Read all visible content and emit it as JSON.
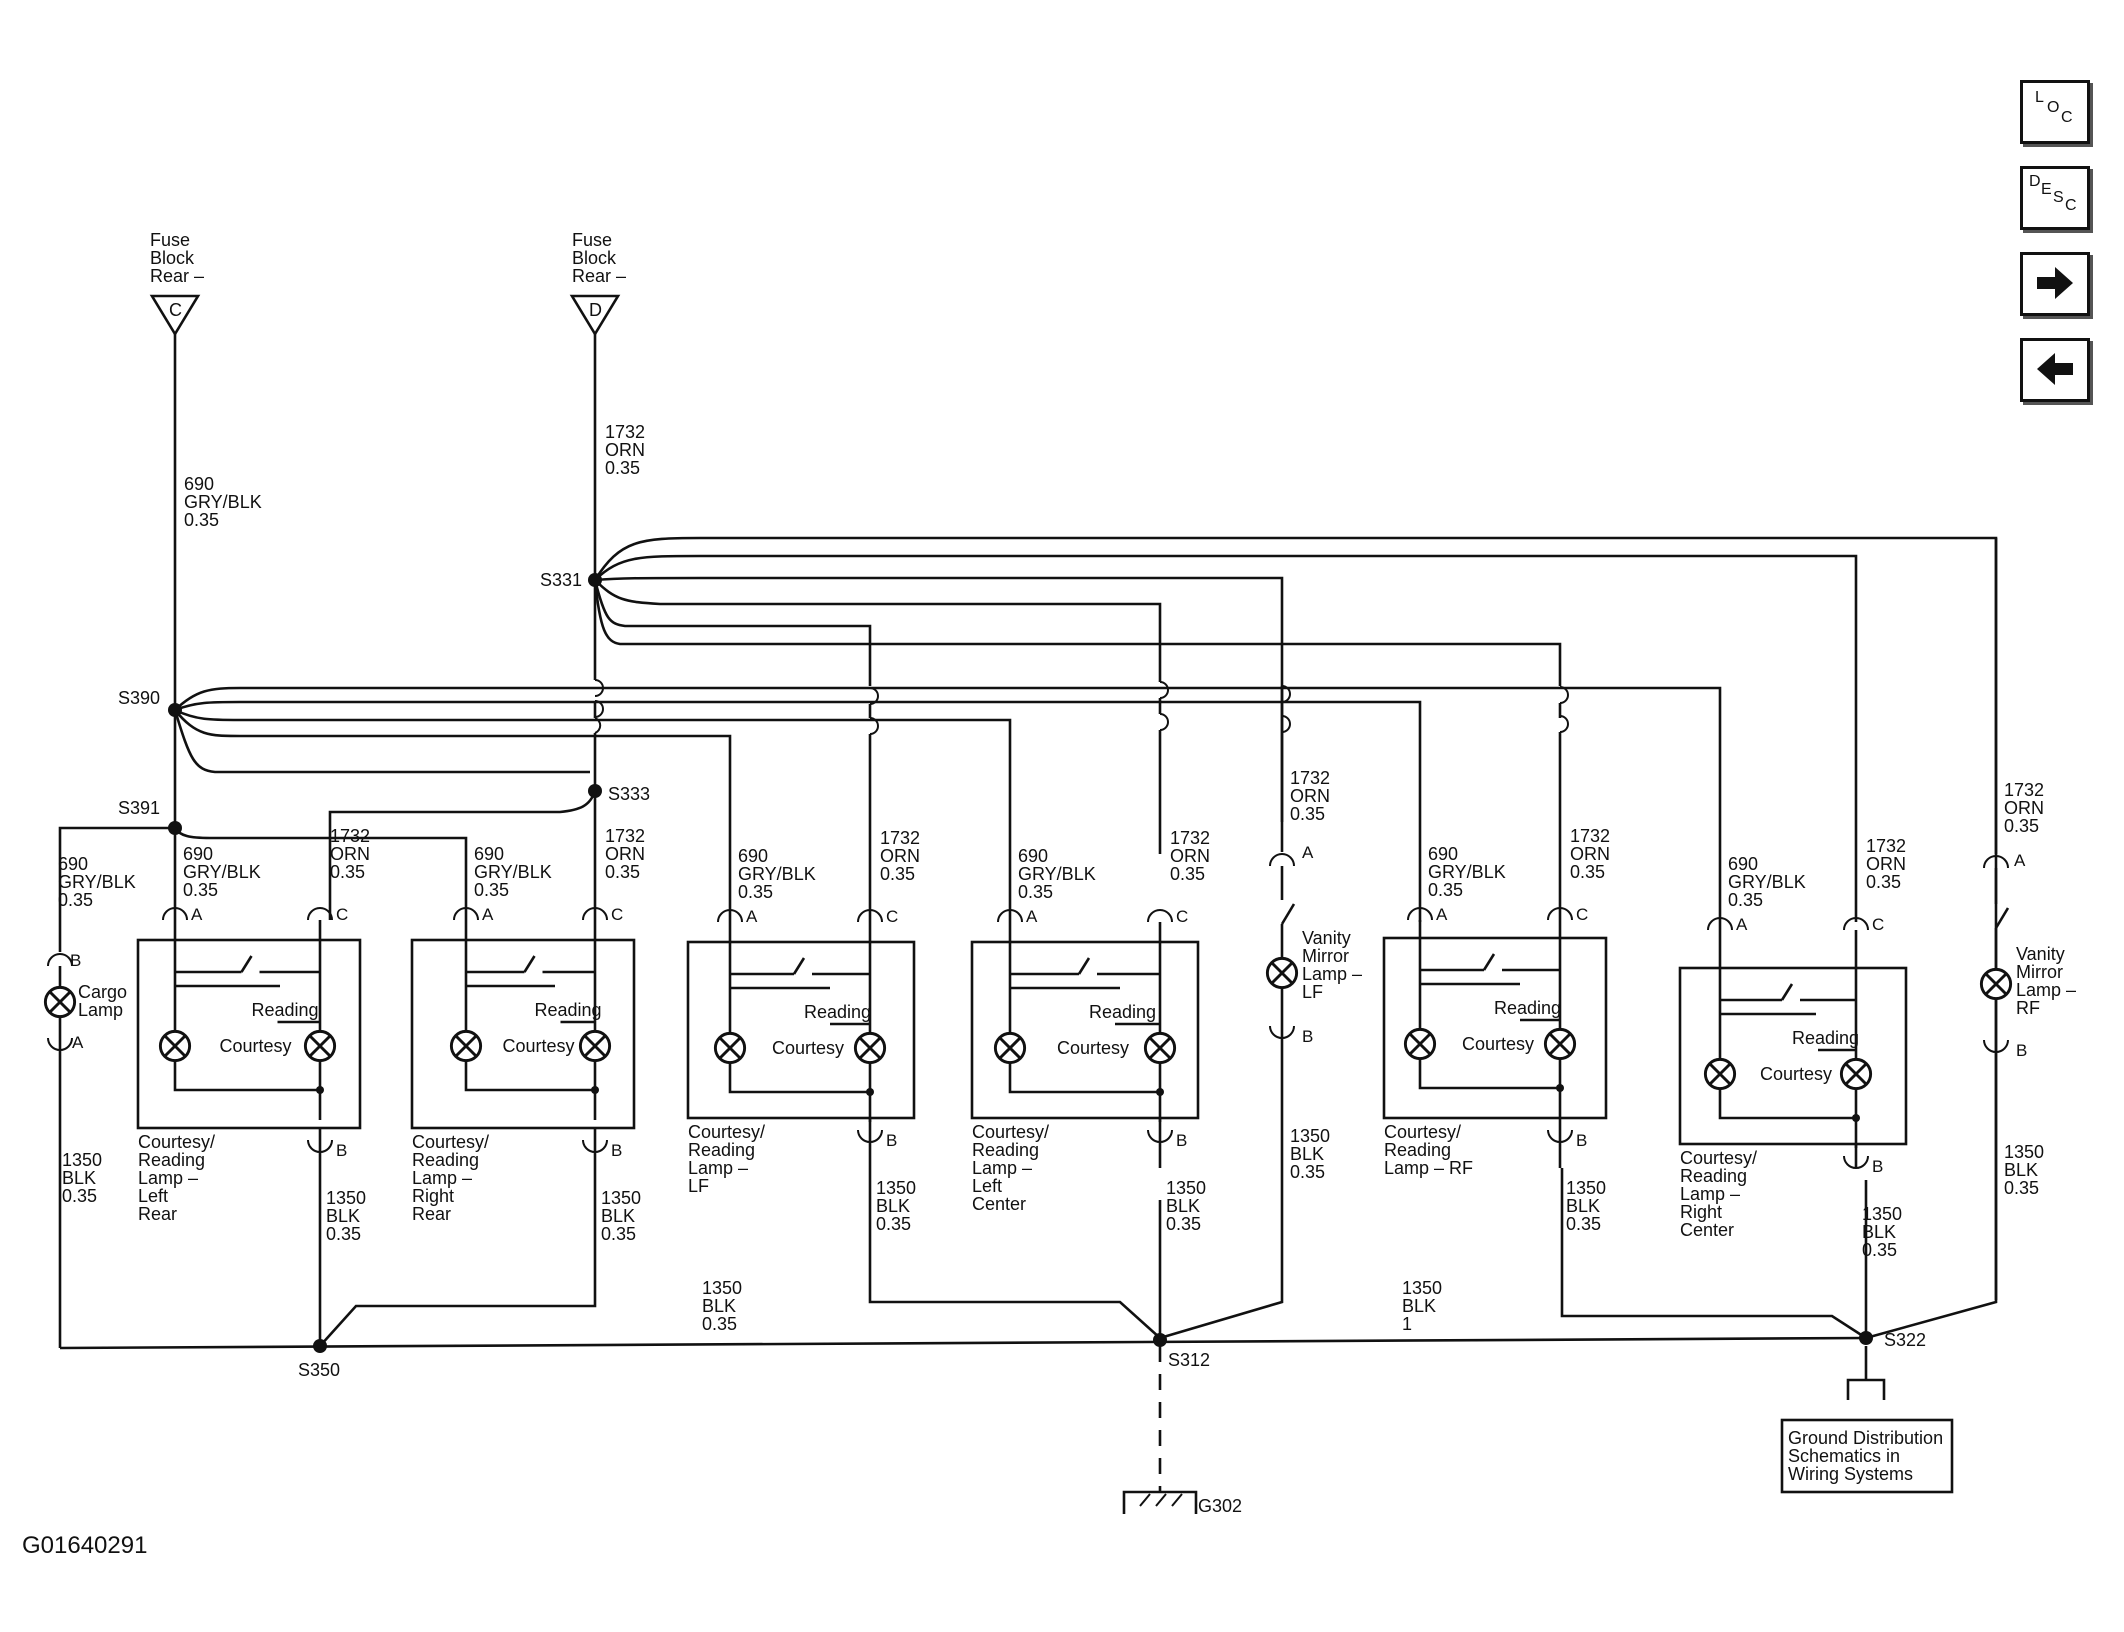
{
  "nav": {
    "loc": [
      "L",
      "O",
      "C"
    ],
    "desc": [
      "D",
      "E",
      "S",
      "C"
    ]
  },
  "doc_id": "G01640291",
  "fuse_c": {
    "lines": [
      "Fuse",
      "Block",
      "Rear –"
    ],
    "terminal": "C"
  },
  "fuse_d": {
    "lines": [
      "Fuse",
      "Block",
      "Rear –"
    ],
    "terminal": "D"
  },
  "wire_690_main": [
    "690",
    "GRY/BLK",
    "0.35"
  ],
  "wire_1732_main": [
    "1732",
    "ORN",
    "0.35"
  ],
  "splices": {
    "s331": "S331",
    "s390": "S390",
    "s391": "S391",
    "s333": "S333",
    "s350": "S350",
    "s312": "S312",
    "s322": "S322"
  },
  "cargo": {
    "wire_top": [
      "690",
      "GRY/BLK",
      "0.35"
    ],
    "label": [
      "Cargo",
      "Lamp"
    ],
    "pin_top": "B",
    "pin_bottom": "A",
    "wire_bottom": [
      "1350",
      "BLK",
      "0.35"
    ]
  },
  "lamps": [
    {
      "wire_a": [
        "690",
        "GRY/BLK",
        "0.35"
      ],
      "wire_c": [
        "1732",
        "ORN",
        "0.35"
      ],
      "wire_b": [
        "1350",
        "BLK",
        "0.35"
      ],
      "reading": "Reading",
      "courtesy": "Courtesy",
      "name": [
        "Courtesy/",
        "Reading",
        "Lamp –",
        "Left",
        "Rear"
      ],
      "pin_a": "A",
      "pin_c": "C",
      "pin_b": "B"
    },
    {
      "wire_a": [
        "690",
        "GRY/BLK",
        "0.35"
      ],
      "wire_c": [
        "1732",
        "ORN",
        "0.35"
      ],
      "wire_b": [
        "1350",
        "BLK",
        "0.35"
      ],
      "reading": "Reading",
      "courtesy": "Courtesy",
      "name": [
        "Courtesy/",
        "Reading",
        "Lamp –",
        "Right",
        "Rear"
      ],
      "pin_a": "A",
      "pin_c": "C",
      "pin_b": "B"
    },
    {
      "wire_a": [
        "690",
        "GRY/BLK",
        "0.35"
      ],
      "wire_c": [
        "1732",
        "ORN",
        "0.35"
      ],
      "wire_b": [
        "1350",
        "BLK",
        "0.35"
      ],
      "reading": "Reading",
      "courtesy": "Courtesy",
      "name": [
        "Courtesy/",
        "Reading",
        "Lamp –",
        "LF"
      ],
      "pin_a": "A",
      "pin_c": "C",
      "pin_b": "B"
    },
    {
      "wire_a": [
        "690",
        "GRY/BLK",
        "0.35"
      ],
      "wire_c": [
        "1732",
        "ORN",
        "0.35"
      ],
      "wire_b": [
        "1350",
        "BLK",
        "0.35"
      ],
      "reading": "Reading",
      "courtesy": "Courtesy",
      "name": [
        "Courtesy/",
        "Reading",
        "Lamp –",
        "Left",
        "Center"
      ],
      "pin_a": "A",
      "pin_c": "C",
      "pin_b": "B"
    },
    {
      "wire_a": [
        "690",
        "GRY/BLK",
        "0.35"
      ],
      "wire_c": [
        "1732",
        "ORN",
        "0.35"
      ],
      "wire_b": [
        "1350",
        "BLK",
        "0.35"
      ],
      "reading": "Reading",
      "courtesy": "Courtesy",
      "name": [
        "Courtesy/",
        "Reading",
        "Lamp – RF"
      ],
      "pin_a": "A",
      "pin_c": "C",
      "pin_b": "B"
    },
    {
      "wire_a": [
        "690",
        "GRY/BLK",
        "0.35"
      ],
      "wire_c": [
        "1732",
        "ORN",
        "0.35"
      ],
      "wire_b": [
        "1350",
        "BLK",
        "0.35"
      ],
      "reading": "Reading",
      "courtesy": "Courtesy",
      "name": [
        "Courtesy/",
        "Reading",
        "Lamp –",
        "Right",
        "Center"
      ],
      "pin_a": "A",
      "pin_c": "C",
      "pin_b": "B"
    }
  ],
  "vanity": [
    {
      "wire_top": [
        "1732",
        "ORN",
        "0.35"
      ],
      "label": [
        "Vanity",
        "Mirror",
        "Lamp –",
        "LF"
      ],
      "pin_a": "A",
      "pin_b": "B",
      "wire_bottom": [
        "1350",
        "BLK",
        "0.35"
      ]
    },
    {
      "wire_top": [
        "1732",
        "ORN",
        "0.35"
      ],
      "label": [
        "Vanity",
        "Mirror",
        "Lamp –",
        "RF"
      ],
      "pin_a": "A",
      "pin_b": "B",
      "wire_bottom": [
        "1350",
        "BLK",
        "0.35"
      ]
    }
  ],
  "ground_wire_left": [
    "1350",
    "BLK",
    "0.35"
  ],
  "ground_wire_right": [
    "1350",
    "BLK",
    "1"
  ],
  "ground": {
    "label": "G302",
    "box": [
      "Ground Distribution",
      "Schematics in",
      "Wiring Systems"
    ]
  }
}
